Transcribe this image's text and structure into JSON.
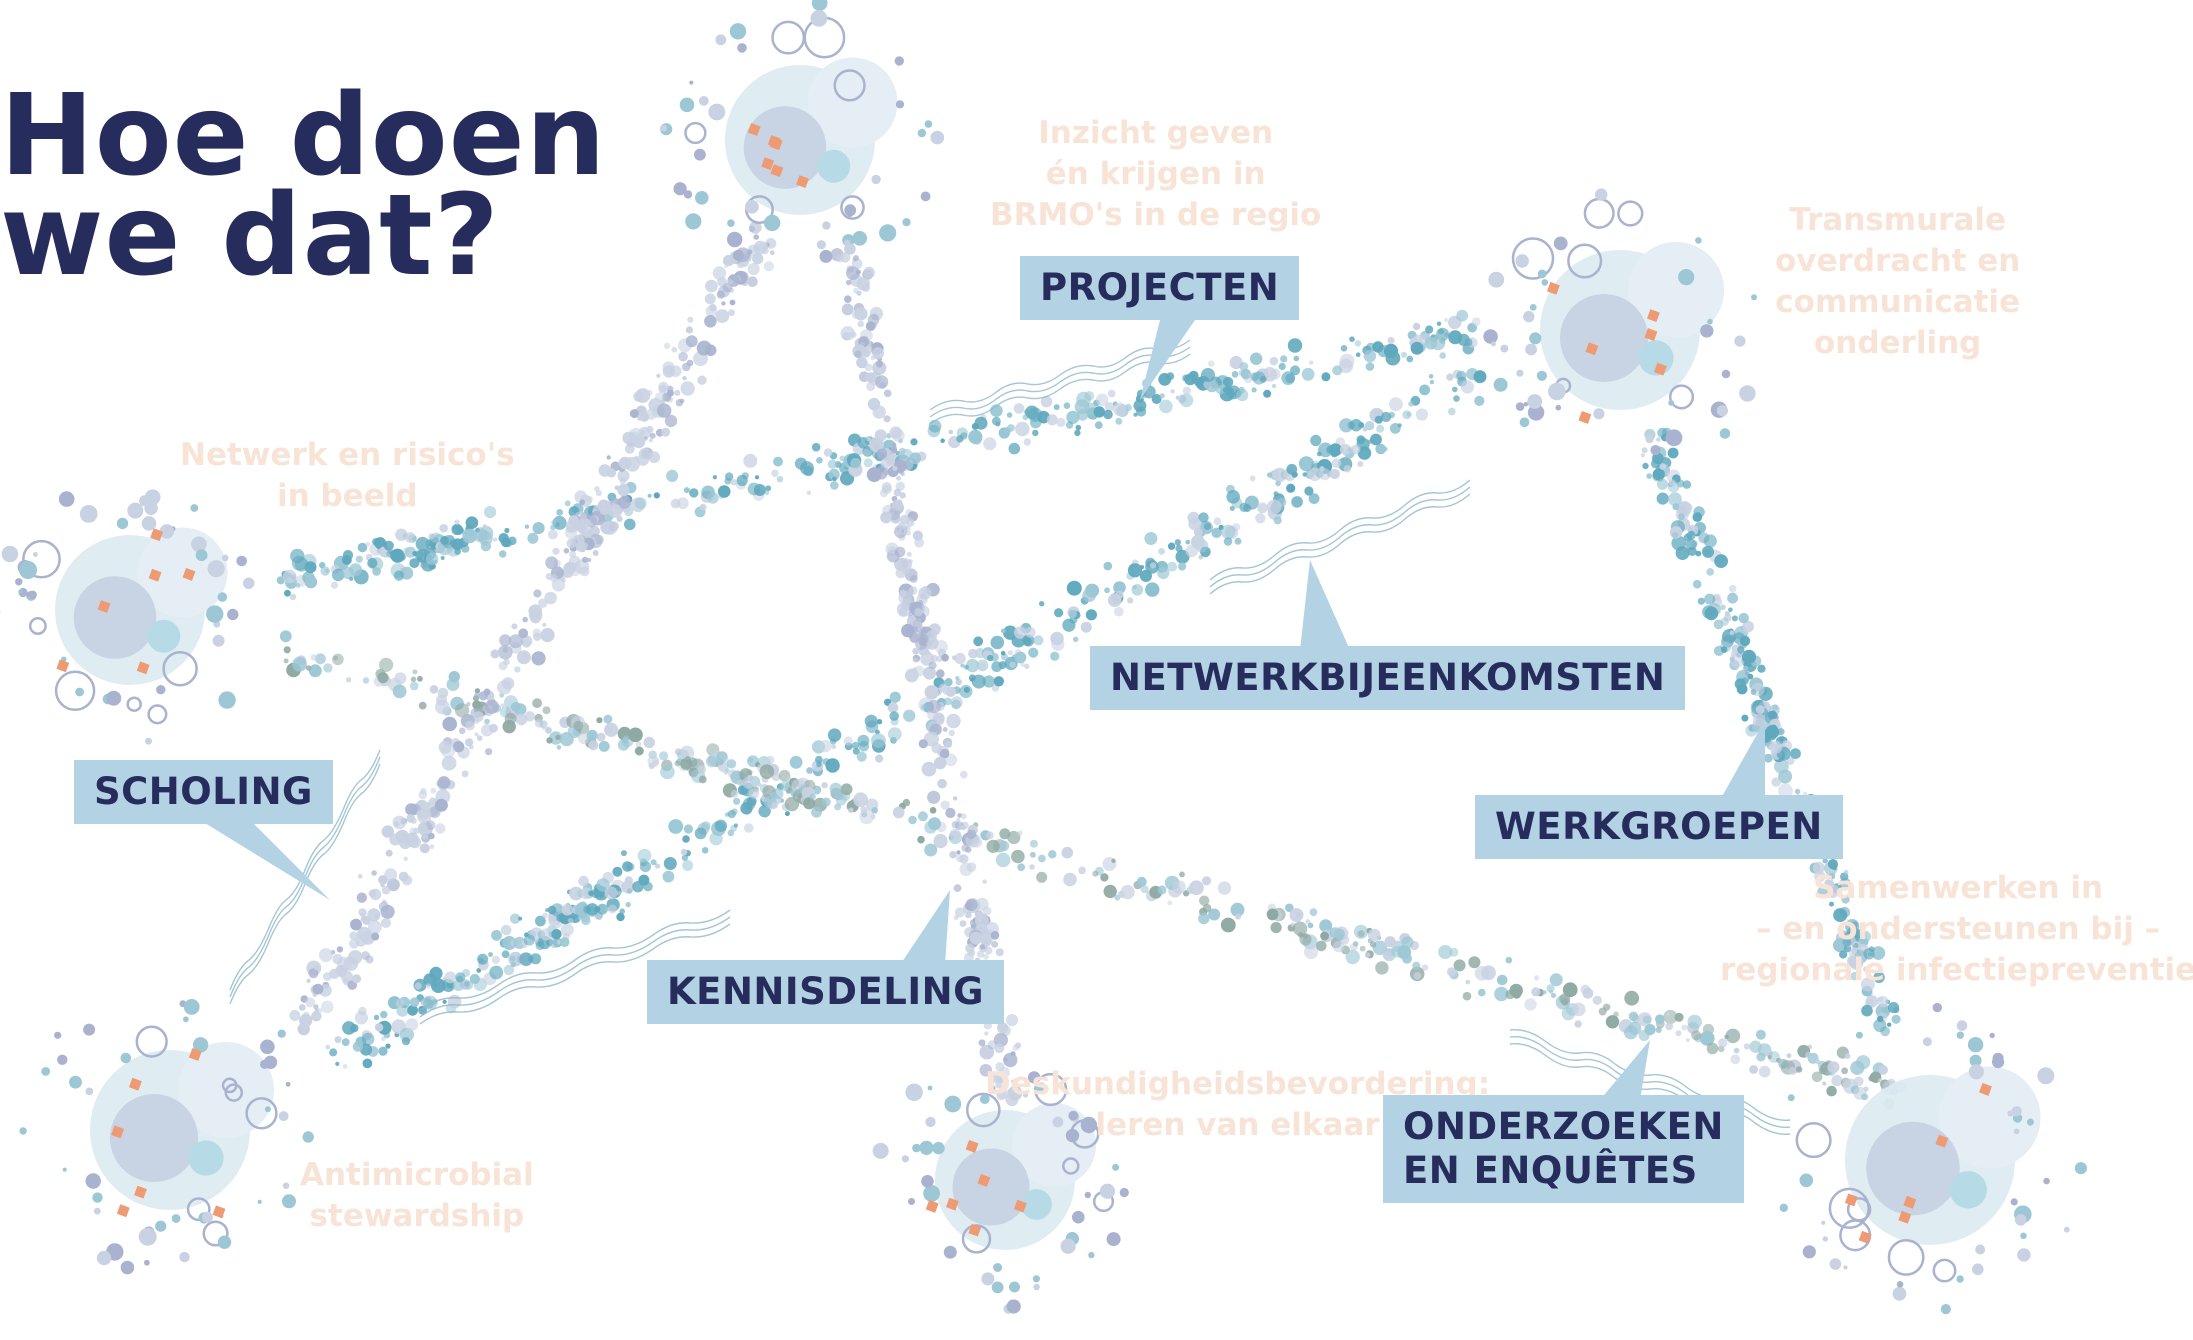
{
  "title": {
    "line1": "Hoe doen",
    "line2": "we dat?"
  },
  "callouts": {
    "projecten": "PROJECTEN",
    "netwerk": "NETWERKBIJEENKOMSTEN",
    "scholing": "SCHOLING",
    "werkgroepen": "WERKGROEPEN",
    "kennisdeling": "KENNISDELING",
    "onderzoeken": {
      "line1": "ONDERZOEKEN",
      "line2": "EN ENQUÊTES"
    }
  },
  "notes": {
    "inzicht": [
      "Inzicht geven",
      "én krijgen in",
      "BRMO's in de regio"
    ],
    "transmurale": [
      "Transmurale",
      "overdracht en",
      "communicatie",
      "onderling"
    ],
    "netwerk_risico": [
      "Netwerk en risico's",
      "in beeld"
    ],
    "samenwerken": [
      "Samenwerken in",
      "– en ondersteunen bij –",
      "regionale infectiepreventie"
    ],
    "deskundigheid": [
      "Deskundigheidsbevordering:",
      "leren van elkaar"
    ],
    "antimicrobial": [
      "Antimicrobial",
      "stewardship"
    ]
  },
  "colors": {
    "title": "#262c5c",
    "callout_bg": "#b3d3e4",
    "note_text": "#f8e3d7",
    "dots": [
      "#5fa8bd",
      "#9dc7d5",
      "#8fa9a3",
      "#c9d2e2",
      "#a9b3cf"
    ],
    "accent": "#ee9a72"
  }
}
